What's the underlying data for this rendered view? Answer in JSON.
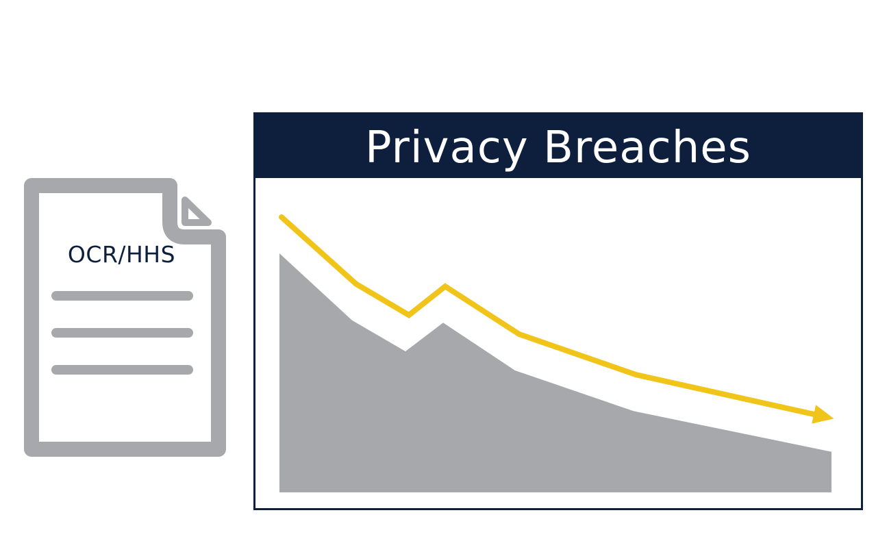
{
  "document": {
    "label": "OCR/HHS",
    "line_count": 3
  },
  "panel": {
    "title": "Privacy Breaches"
  },
  "colors": {
    "navy": "#0d1f3c",
    "gray": "#a7a8ab",
    "trend": "#f0c419",
    "background": "#ffffff"
  },
  "chart_data": {
    "type": "area",
    "title": "",
    "xlabel": "",
    "ylabel": "",
    "grid": false,
    "legend": "none",
    "x": [
      0,
      1,
      2,
      3,
      4,
      5,
      6
    ],
    "series": [
      {
        "values": [
          100,
          72,
          59,
          71,
          51,
          34,
          17
        ]
      }
    ],
    "trend_arrow": {
      "direction": "down"
    }
  }
}
